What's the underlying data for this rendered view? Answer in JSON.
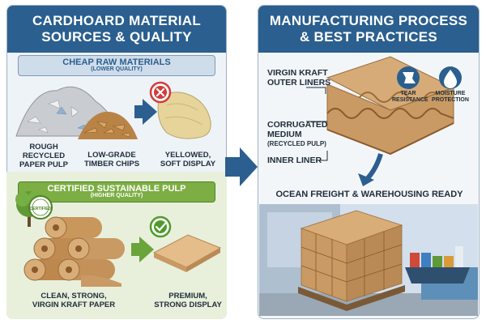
{
  "left_panel": {
    "title_line1": "CARDHOARD MATERIAL",
    "title_line2": "SOURCES & QUALITY",
    "cheap": {
      "title": "CHEAP RAW MATERIALS",
      "subtitle": "(LOWER QUALITY)",
      "caption_pulp": [
        "ROUGH",
        "RECYCLED",
        "PAPER PULP"
      ],
      "caption_chips": [
        "LOW-GRADE",
        "TIMBER CHIPS"
      ],
      "caption_result": [
        "YELLOWED,",
        "SOFT DISPLAY"
      ],
      "result_icon": "x-mark-icon"
    },
    "certified": {
      "title": "CERTIFIED SUSTAINABLE PULP",
      "subtitle": "(HIGHER QUALITY)",
      "stamp_text": "CERTIFIED",
      "caption_rolls": [
        "CLEAN, STRONG,",
        "VIRGIN KRAFT PAPER"
      ],
      "caption_result": [
        "PREMIUM,",
        "STRONG DISPLAY"
      ],
      "result_icon": "check-mark-icon"
    }
  },
  "right_panel": {
    "title_line1": "MANUFACTURING PROCESS",
    "title_line2": "& BEST PRACTICES",
    "layers": {
      "outer_liner": [
        "VIRGIN KRAFT",
        "OUTER LINERS"
      ],
      "medium": [
        "CORRUGATED",
        "MEDIUM"
      ],
      "medium_sub": "(RECYCLED PULP)",
      "inner_liner": "INNER LINER"
    },
    "badges": [
      {
        "icon": "tear-resistance-icon",
        "label": [
          "TEAR",
          "RESISTANCE"
        ]
      },
      {
        "icon": "moisture-drop-icon",
        "label": [
          "MOISTURE",
          "PROTECTION"
        ]
      }
    ],
    "ocean_title": "OCEAN FREIGHT & WAREHOUSING READY"
  },
  "colors": {
    "header_blue": "#2b5f8f",
    "cert_green": "#7cae43",
    "cardboard": "#c99a63",
    "x_red": "#d23b3b",
    "check_green": "#4f9a2a"
  }
}
